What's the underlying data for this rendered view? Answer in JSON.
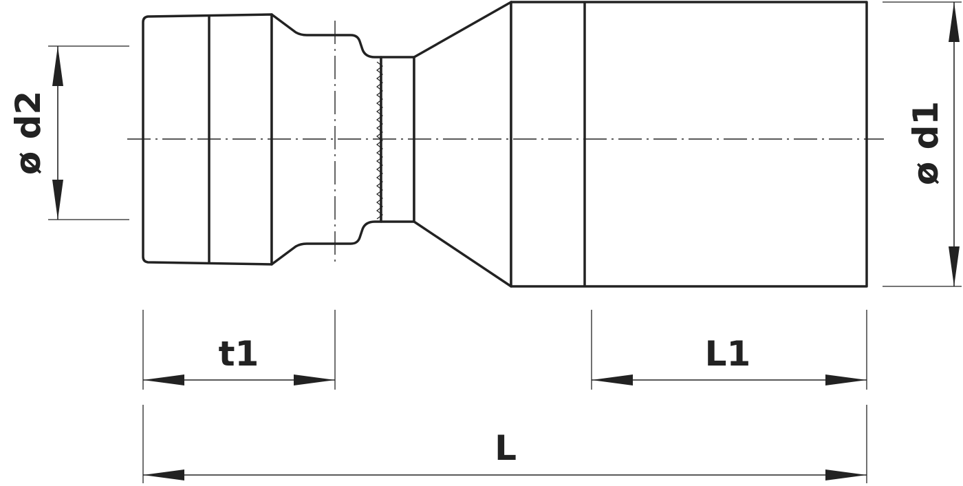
{
  "labels": {
    "d2": "ø d2",
    "d1": "ø d1",
    "t1": "t1",
    "L1": "L1",
    "L": "L"
  }
}
